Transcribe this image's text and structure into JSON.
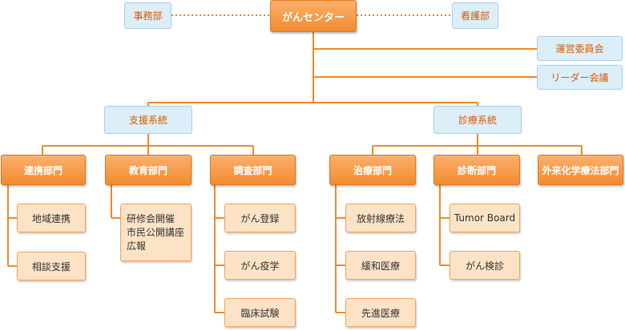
{
  "center": "がんセンター",
  "admin": "事務部",
  "nursing": "看護部",
  "committee": "運営委員会",
  "leader_meeting": "リーダー会議",
  "support": {
    "title": "支援系統",
    "liaison": {
      "title": "連携部門",
      "items": [
        "地域連携",
        "相談支援"
      ]
    },
    "education": {
      "title": "教育部門",
      "items": [
        "研修会開催",
        "市民公開講座",
        "広報"
      ]
    },
    "research": {
      "title": "調査部門",
      "items": [
        "がん登録",
        "がん疫学",
        "臨床試験"
      ]
    }
  },
  "clinical": {
    "title": "診療系統",
    "treatment": {
      "title": "治療部門",
      "items": [
        "放射線療法",
        "緩和医療",
        "先進医療"
      ]
    },
    "diagnosis": {
      "title": "診断部門",
      "items": [
        "Tumor Board",
        "がん検診"
      ]
    },
    "chemo": {
      "title": "外来化学療法部門"
    }
  },
  "colors": {
    "line": "#f28b2f",
    "blue_fill": "#dceef8",
    "orange_fill": "#f28b2f",
    "light_fill": "#fde3c6"
  }
}
